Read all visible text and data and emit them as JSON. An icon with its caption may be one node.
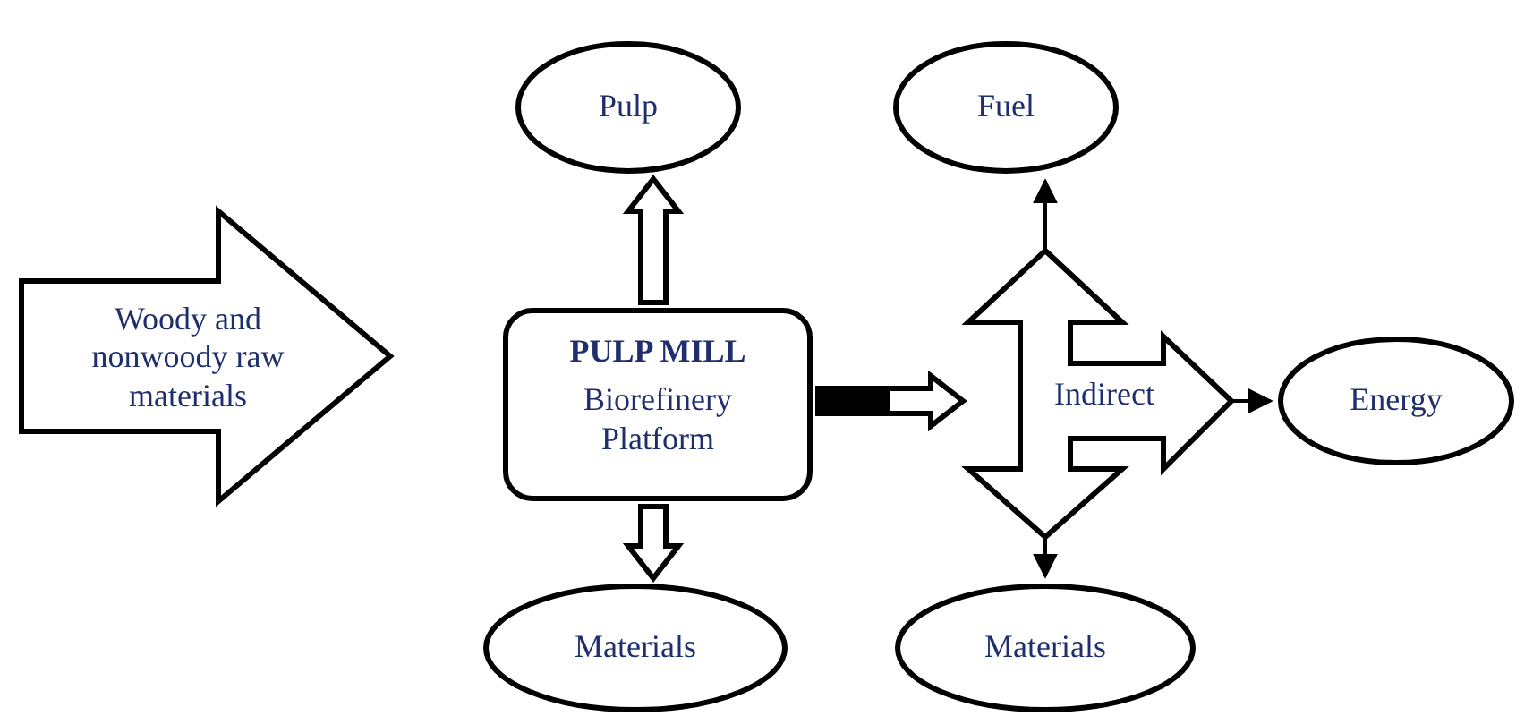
{
  "diagram": {
    "nodes": [
      {
        "text": [
          "Woody and nonwoody raw materials"
        ]
      },
      {
        "text": [
          "PULP MILL",
          "Biorefinery Platform"
        ]
      },
      {
        "text": [
          "Pulp"
        ]
      },
      {
        "text": [
          "Fuel"
        ]
      },
      {
        "text": [
          "Materials"
        ]
      },
      {
        "text": [
          "Materials"
        ]
      },
      {
        "text": [
          "Indirect"
        ]
      },
      {
        "text": [
          "Energy"
        ]
      }
    ],
    "edges": [
      {
        "from": 1,
        "to": 2,
        "arrow": "to",
        "style": "thick"
      },
      {
        "from": 1,
        "to": 4,
        "arrow": "to",
        "style": "thick"
      },
      {
        "from": 1,
        "to": 6,
        "arrow": "to",
        "style": "thick"
      },
      {
        "from": 6,
        "to": 3,
        "arrow": "to"
      },
      {
        "from": 6,
        "to": 5,
        "arrow": "to"
      },
      {
        "from": 6,
        "to": 7,
        "arrow": "to"
      }
    ]
  }
}
